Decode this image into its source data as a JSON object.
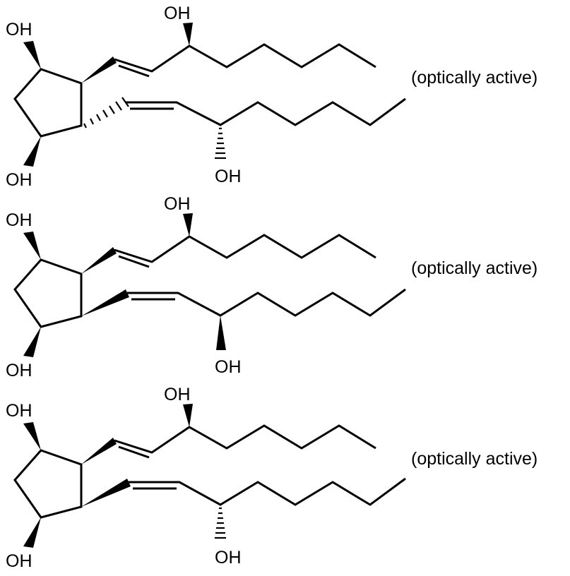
{
  "figure": {
    "structures": [
      {
        "note": "(optically active)",
        "labels": {
          "oh_top_left": "OH",
          "oh_bottom_left": "OH",
          "oh_upper_chain": "OH",
          "oh_lower_chain": "OH"
        }
      },
      {
        "note": "(optically active)",
        "labels": {
          "oh_top_left": "OH",
          "oh_bottom_left": "OH",
          "oh_upper_chain": "OH",
          "oh_lower_chain": "OH"
        }
      },
      {
        "note": "(optically active)",
        "labels": {
          "oh_top_left": "OH",
          "oh_bottom_left": "OH",
          "oh_upper_chain": "OH",
          "oh_lower_chain": "OH"
        }
      }
    ]
  }
}
